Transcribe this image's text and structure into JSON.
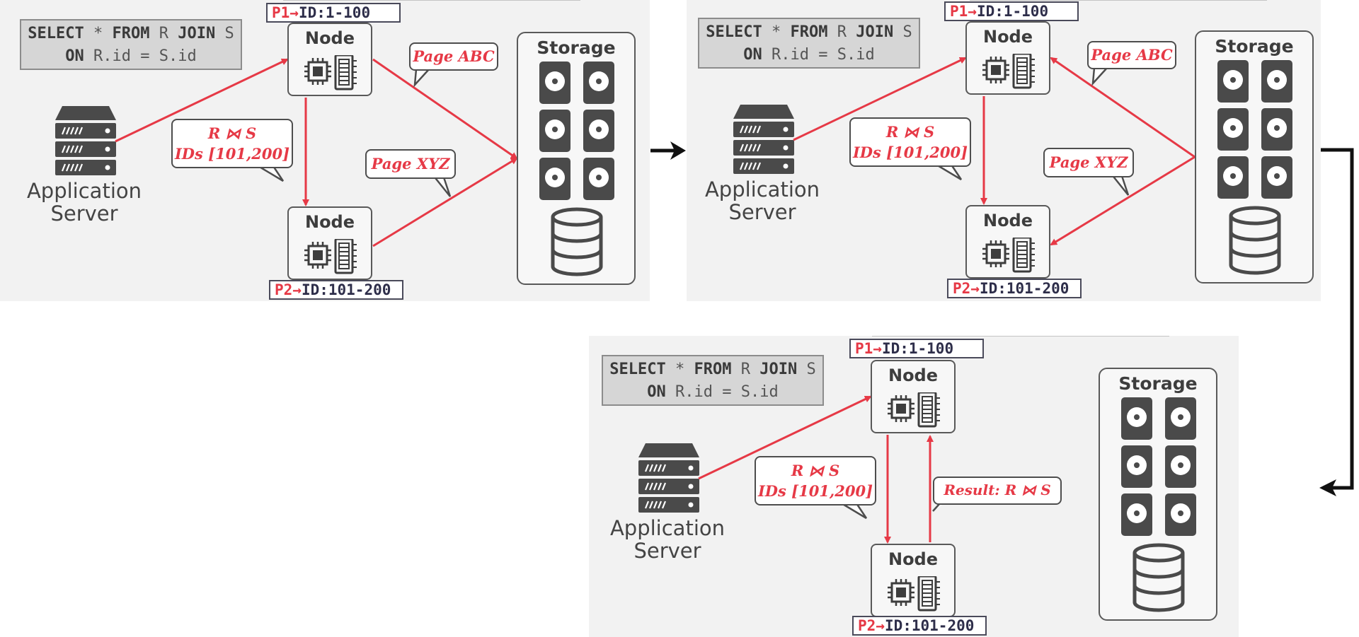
{
  "colors": {
    "accent": "#e63946",
    "panel": "#f2f2f2",
    "border": "#595959",
    "ink": "#3d3d3d"
  },
  "query": {
    "line1_kw1": "SELECT",
    "line1_star": " * ",
    "line1_kw2": "FROM",
    "line1_r": " R ",
    "line1_kw3": "JOIN",
    "line1_s": " S",
    "line2_kw": "ON",
    "line2_rest": " R.id = S.id"
  },
  "node": {
    "title": "Node"
  },
  "storage": {
    "title": "Storage"
  },
  "app_server": {
    "line1": "Application",
    "line2": "Server"
  },
  "partition1": {
    "tag": "P1",
    "arrow": "→",
    "text": "ID:1-100"
  },
  "partition2": {
    "tag": "P2",
    "arrow": "→",
    "text": "ID:101-200"
  },
  "join_msg": {
    "line1": "R ⋈ S",
    "line2": "IDs [101,200]"
  },
  "page_abc": "Page ABC",
  "page_xyz": "Page XYZ",
  "result_msg": "Result: R ⋈ S",
  "icons": [
    "server-icon",
    "cpu-icon",
    "memory-icon",
    "disk-icon",
    "database-icon"
  ]
}
